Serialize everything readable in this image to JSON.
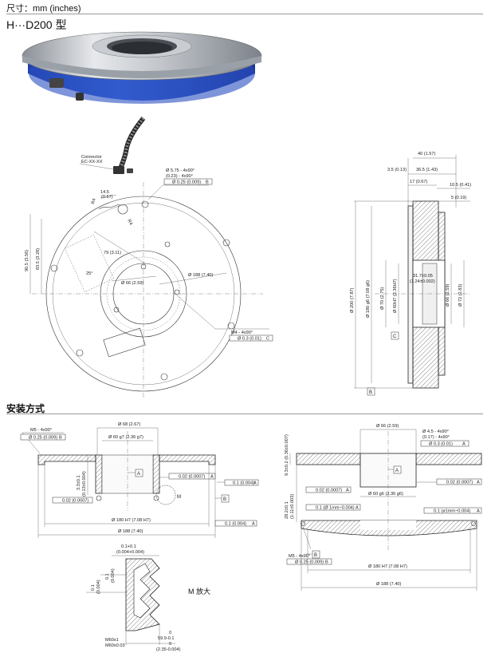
{
  "header": {
    "units_label": "尺寸：mm (inches)",
    "model_title": "H···D200 型"
  },
  "sections": {
    "mounting_title": "安装方式"
  },
  "front_view": {
    "connector_label_1": "Connector",
    "connector_label_2": "EC-XX-XX",
    "hole_small_1": "Ø 5.75 - 4x90°",
    "hole_small_2": "(0.23) - 4x90°",
    "hole_small_tol": "Ø 0.25 (0.009)",
    "hole_small_ref": "B",
    "d14_5": "14.5",
    "d14_5_in": "(0.57)",
    "r4_a": "R4",
    "r4_b": "R4",
    "d79": "79 (3.11)",
    "d25": "25°",
    "d90_5": "90.5 (3.56)",
    "d83_5": "83.5 (3.28)",
    "d66": "Ø 66 (2.59)",
    "d188": "Ø 188 (7.40)",
    "m4": "M4 - 4x90°",
    "m4_tol": "Ø 0.3 (0.01)",
    "m4_ref": "C"
  },
  "side_view": {
    "d40": "40 (1.57)",
    "d3_5": "3.5 (0.13)",
    "d36_5": "36.5 (1.43)",
    "d17": "17 (0.67)",
    "d10_5": "10.5 (0.41)",
    "d5": "5 (0.19)",
    "d200": "Ø 200 (7.87)",
    "d180g6": "Ø 180 g6 (7.08 g6)",
    "d70": "Ø 70 (2.75)",
    "d60h7": "Ø 60H7 (2.36H7)",
    "d31_7": "31.7±0.05",
    "d31_7_in": "(1.24±0.002)",
    "d66s": "Ø 66 (2.59)",
    "d72": "Ø 72 (2.83)",
    "ref_c": "C",
    "ref_b": "B"
  },
  "mount_left": {
    "m5": "M5 - 4x90°",
    "m5_tol": "Ø 0.25 (0.009)",
    "m5_ref": "B",
    "d68": "Ø 68 (2.67)",
    "d60g7": "Ø 60 g7 (2.36 g7)",
    "ref_a": "A",
    "tol_a1": "0.02 (0.0007)",
    "tol_a1_ref": "A",
    "depth": "3.3±0.1",
    "depth_in": "(0.13±0.004)",
    "tol_02": "0.02 (0.0007)",
    "tol_01": "0.1 (0.004)",
    "tol_01_ref": "A",
    "m_label": "M",
    "ref_b": "B",
    "d180h7": "Ø 180 H7 (7.08 H7)",
    "flat_tol": "0.1 (0.004)",
    "flat_ref": "A",
    "d188": "Ø 188 (7.40)"
  },
  "mount_right": {
    "d66": "Ø 66 (2.59)",
    "h4_5": "Ø 4.5 - 4x90°",
    "h4_5_in": "(0.17) - 4x90°",
    "h4_5_tol": "Ø 0.3 (0.01)",
    "h4_5_ref": "A",
    "d9_3": "9.3±0.2 (0.36±0.007)",
    "ref_a": "A",
    "tol_02": "0.02 (0.0007)",
    "tol_02_ref": "A",
    "tol_02b": "0.02 (0.0007)",
    "tol_02b_ref": "A",
    "d60g6": "Ø 60 g6 (2.36 g6)",
    "d28_2": "28.2±0.1",
    "d28_2_in": "(1.11±0.003)",
    "tol_01": "0.1 (Ø 1mm~0.004)",
    "tol_01_ref": "A",
    "flat_tol": "0.1 (ø1mm~0.004)",
    "flat_ref": "A",
    "m5": "M5 - 4x90°",
    "m5_tol": "Ø 0.25 (0.009)",
    "m5_ref": "B",
    "ref_b": "B",
    "d180h7": "Ø 180 H7 (7.08 H7)",
    "d188": "Ø 188 (7.40)"
  },
  "detail_m": {
    "gap": "0.1+0.1",
    "gap_in": "(0.004+0.004)",
    "side_a": "0.1",
    "side_a_in": "(0.004)",
    "side_b": "0.1",
    "side_b_in": "(0.004)",
    "title": "M 放大",
    "thread_1": "M60x1",
    "thread_2": "M60x0.03",
    "d_zero": "0",
    "d59_9": "59.9-0.1",
    "d_zero2": "0",
    "d2_35": "(2.35-0.004)"
  }
}
